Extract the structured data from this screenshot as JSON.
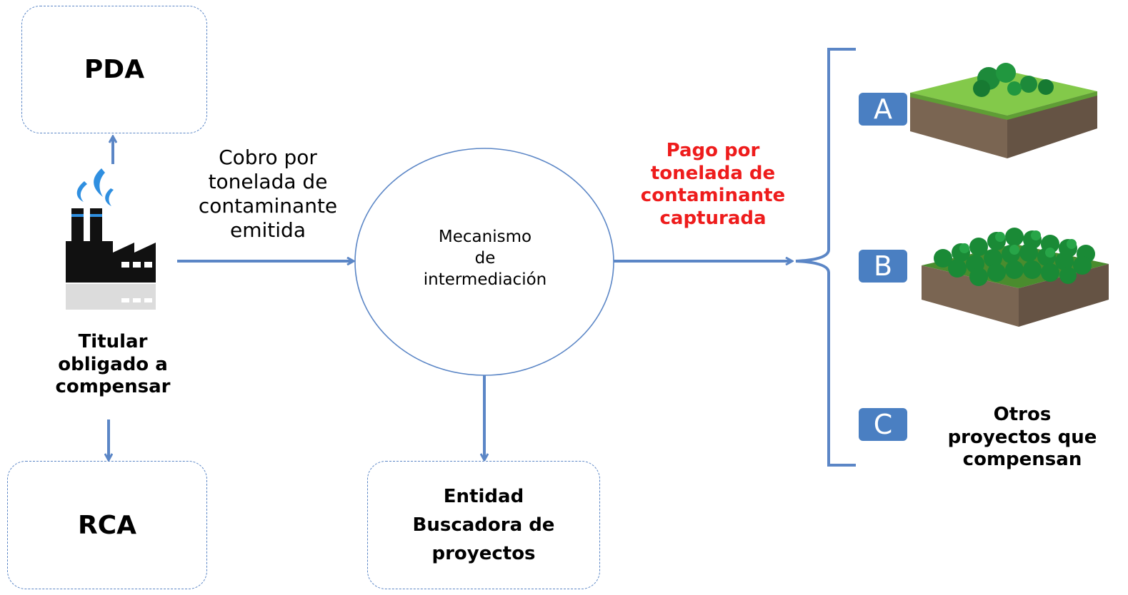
{
  "boxes": {
    "pda": "PDA",
    "rca": "RCA",
    "entidad_line1": "Entidad",
    "entidad_line2": "Buscadora de",
    "entidad_line3": "proyectos"
  },
  "titular": {
    "line1": "Titular",
    "line2": "obligado a",
    "line3": "compensar"
  },
  "cobro": {
    "line1": "Cobro por",
    "line2": "tonelada de",
    "line3": "contaminante",
    "line4": "emitida"
  },
  "mecanismo": {
    "line1": "Mecanismo",
    "line2": "de",
    "line3": "intermediación"
  },
  "pago": {
    "line1": "Pago por",
    "line2": "tonelada de",
    "line3": "contaminante",
    "line4": "capturada",
    "color": "#ee1c1c"
  },
  "projects": {
    "a": "A",
    "b": "B",
    "c": "C",
    "otros_line1": "Otros",
    "otros_line2": "proyectos que",
    "otros_line3": "compensan"
  },
  "colors": {
    "arrow": "#5b86c6",
    "box_border": "#5b86c6",
    "badge": "#4a7fc2"
  },
  "icons": {
    "factory": "factory-icon",
    "land_a": "land-tile-few-trees-icon",
    "land_b": "land-tile-forest-icon"
  }
}
